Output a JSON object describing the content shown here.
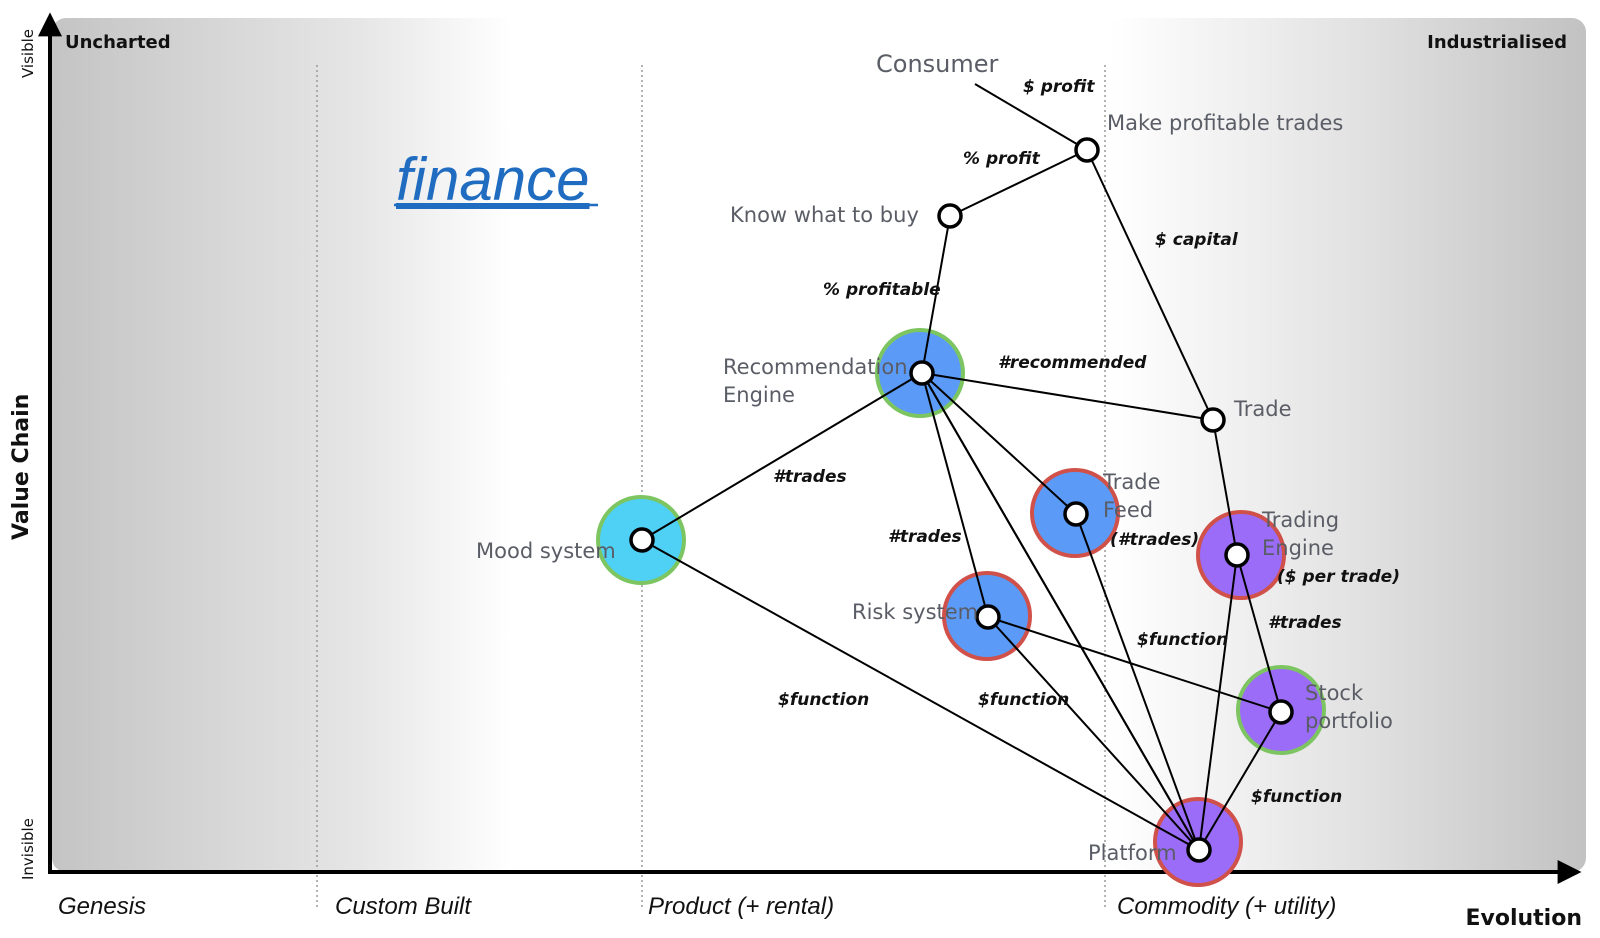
{
  "title": "finance",
  "colors": {
    "title": "#1f6cc0",
    "blue_fill": "#5b9bf7",
    "cyan_fill": "#4fd0f5",
    "purple_fill": "#9b6cf7",
    "green_border": "#7cc561",
    "red_border": "#d0504a"
  },
  "axes": {
    "y_title": "Value Chain",
    "y_top": "Visible",
    "y_bottom": "Invisible",
    "x_title": "Evolution",
    "top_left": "Uncharted",
    "top_right": "Industrialised",
    "stages": [
      "Genesis",
      "Custom Built",
      "Product (+ rental)",
      "Commodity (+ utility)"
    ]
  },
  "nodes": [
    {
      "id": "consumer",
      "label": "Consumer",
      "type": "anchor"
    },
    {
      "id": "make-trades",
      "label": "Make profitable trades",
      "type": "component"
    },
    {
      "id": "know-buy",
      "label": "Know what to buy",
      "type": "component"
    },
    {
      "id": "rec-engine",
      "label": "Recommendation Engine",
      "type": "component",
      "fill": "blue",
      "border": "green"
    },
    {
      "id": "trade",
      "label": "Trade",
      "type": "component"
    },
    {
      "id": "mood",
      "label": "Mood system",
      "type": "component",
      "fill": "cyan",
      "border": "green"
    },
    {
      "id": "trade-feed",
      "label": "Trade Feed",
      "type": "component",
      "fill": "blue",
      "border": "red"
    },
    {
      "id": "trading-engine",
      "label": "Trading Engine",
      "type": "component",
      "fill": "purple",
      "border": "red"
    },
    {
      "id": "risk",
      "label": "Risk system",
      "type": "component",
      "fill": "blue",
      "border": "red"
    },
    {
      "id": "stock",
      "label": "Stock portfolio",
      "type": "component",
      "fill": "purple",
      "border": "green"
    },
    {
      "id": "platform",
      "label": "Platform",
      "type": "component",
      "fill": "purple",
      "border": "red"
    }
  ],
  "edges": [
    {
      "from": "consumer",
      "to": "make-trades",
      "label": "$ profit"
    },
    {
      "from": "make-trades",
      "to": "know-buy",
      "label": "% profit"
    },
    {
      "from": "make-trades",
      "to": "trade",
      "label": "$ capital"
    },
    {
      "from": "know-buy",
      "to": "rec-engine",
      "label": "% profitable"
    },
    {
      "from": "rec-engine",
      "to": "trade",
      "label": "#recommended"
    },
    {
      "from": "rec-engine",
      "to": "mood",
      "label": "#trades"
    },
    {
      "from": "rec-engine",
      "to": "risk",
      "label": "#trades"
    },
    {
      "from": "rec-engine",
      "to": "trade-feed",
      "label": "(#trades)"
    },
    {
      "from": "rec-engine",
      "to": "platform",
      "label": ""
    },
    {
      "from": "trade",
      "to": "trading-engine",
      "label": "($ per trade)"
    },
    {
      "from": "trade-feed",
      "to": "platform",
      "label": ""
    },
    {
      "from": "mood",
      "to": "platform",
      "label": "$function"
    },
    {
      "from": "risk",
      "to": "stock",
      "label": ""
    },
    {
      "from": "risk",
      "to": "platform",
      "label": "$function"
    },
    {
      "from": "trading-engine",
      "to": "stock",
      "label": "#trades"
    },
    {
      "from": "trading-engine",
      "to": "platform",
      "label": "$function"
    },
    {
      "from": "stock",
      "to": "platform",
      "label": "$function"
    }
  ]
}
